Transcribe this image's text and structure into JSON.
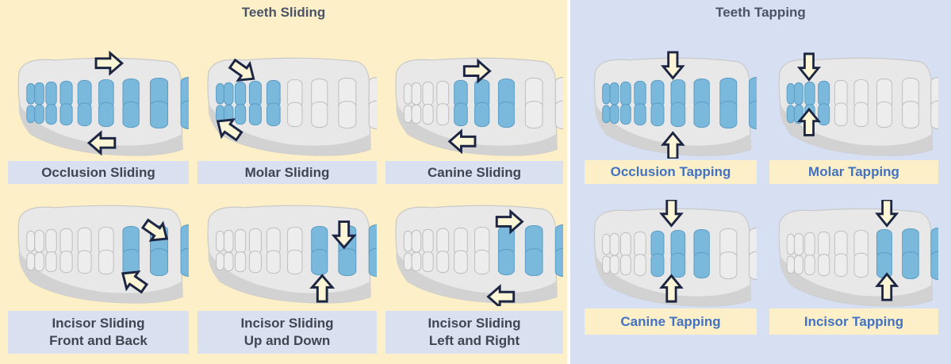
{
  "colors": {
    "left_bg": "#fdefc7",
    "right_bg": "#d6e0f2",
    "left_label_bg": "#d9e1f1",
    "right_label_bg": "#fdefc7",
    "left_label_text": "#3f4652",
    "right_label_text": "#4272c2",
    "tooth_white": "#ededed",
    "tooth_blue": "#7ab8dc",
    "arrow_fill": "#fdf6d6",
    "arrow_stroke": "#1c2541"
  },
  "left": {
    "title": "Teeth Sliding",
    "cells": [
      {
        "line1": "Occlusion Sliding",
        "line2": "",
        "icon": "occlusion-sliding-teeth-icon"
      },
      {
        "line1": "Molar Sliding",
        "line2": "",
        "icon": "molar-sliding-teeth-icon"
      },
      {
        "line1": "Canine Sliding",
        "line2": "",
        "icon": "canine-sliding-teeth-icon"
      },
      {
        "line1": "Incisor Sliding",
        "line2": "Front and Back",
        "icon": "incisor-front-back-teeth-icon"
      },
      {
        "line1": "Incisor Sliding",
        "line2": "Up and Down",
        "icon": "incisor-up-down-teeth-icon"
      },
      {
        "line1": "Incisor Sliding",
        "line2": "Left and Right",
        "icon": "incisor-left-right-teeth-icon"
      }
    ]
  },
  "right": {
    "title": "Teeth Tapping",
    "cells": [
      {
        "line1": "Occlusion Tapping",
        "icon": "occlusion-tapping-teeth-icon"
      },
      {
        "line1": "Molar Tapping",
        "icon": "molar-tapping-teeth-icon"
      },
      {
        "line1": "Canine Tapping",
        "icon": "canine-tapping-teeth-icon"
      },
      {
        "line1": "Incisor Tapping",
        "icon": "incisor-tapping-teeth-icon"
      }
    ]
  }
}
